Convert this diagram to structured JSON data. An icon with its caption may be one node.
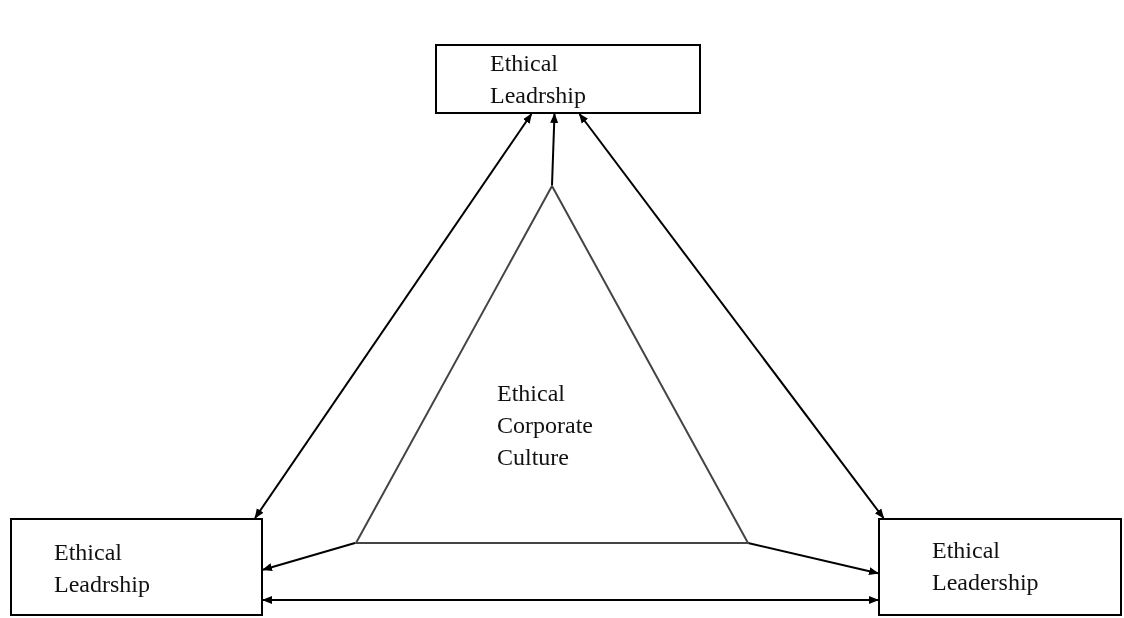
{
  "diagram": {
    "nodes": [
      {
        "text": [
          "Ethical Leadrship"
        ]
      },
      {
        "text": [
          "Ethical Corporate Culture"
        ]
      },
      {
        "text": [
          "Ethical Leadrship"
        ]
      },
      {
        "text": [
          "Ethical Leadership"
        ]
      }
    ],
    "edges": [
      {
        "from": 1,
        "to": 0,
        "arrow": "to"
      },
      {
        "from": 1,
        "to": 2,
        "arrow": "to"
      },
      {
        "from": 1,
        "to": 3,
        "arrow": "to"
      },
      {
        "from": 0,
        "to": 2,
        "arrow": "both"
      },
      {
        "from": 0,
        "to": 3,
        "arrow": "both"
      },
      {
        "from": 2,
        "to": 3,
        "arrow": "both"
      }
    ]
  }
}
